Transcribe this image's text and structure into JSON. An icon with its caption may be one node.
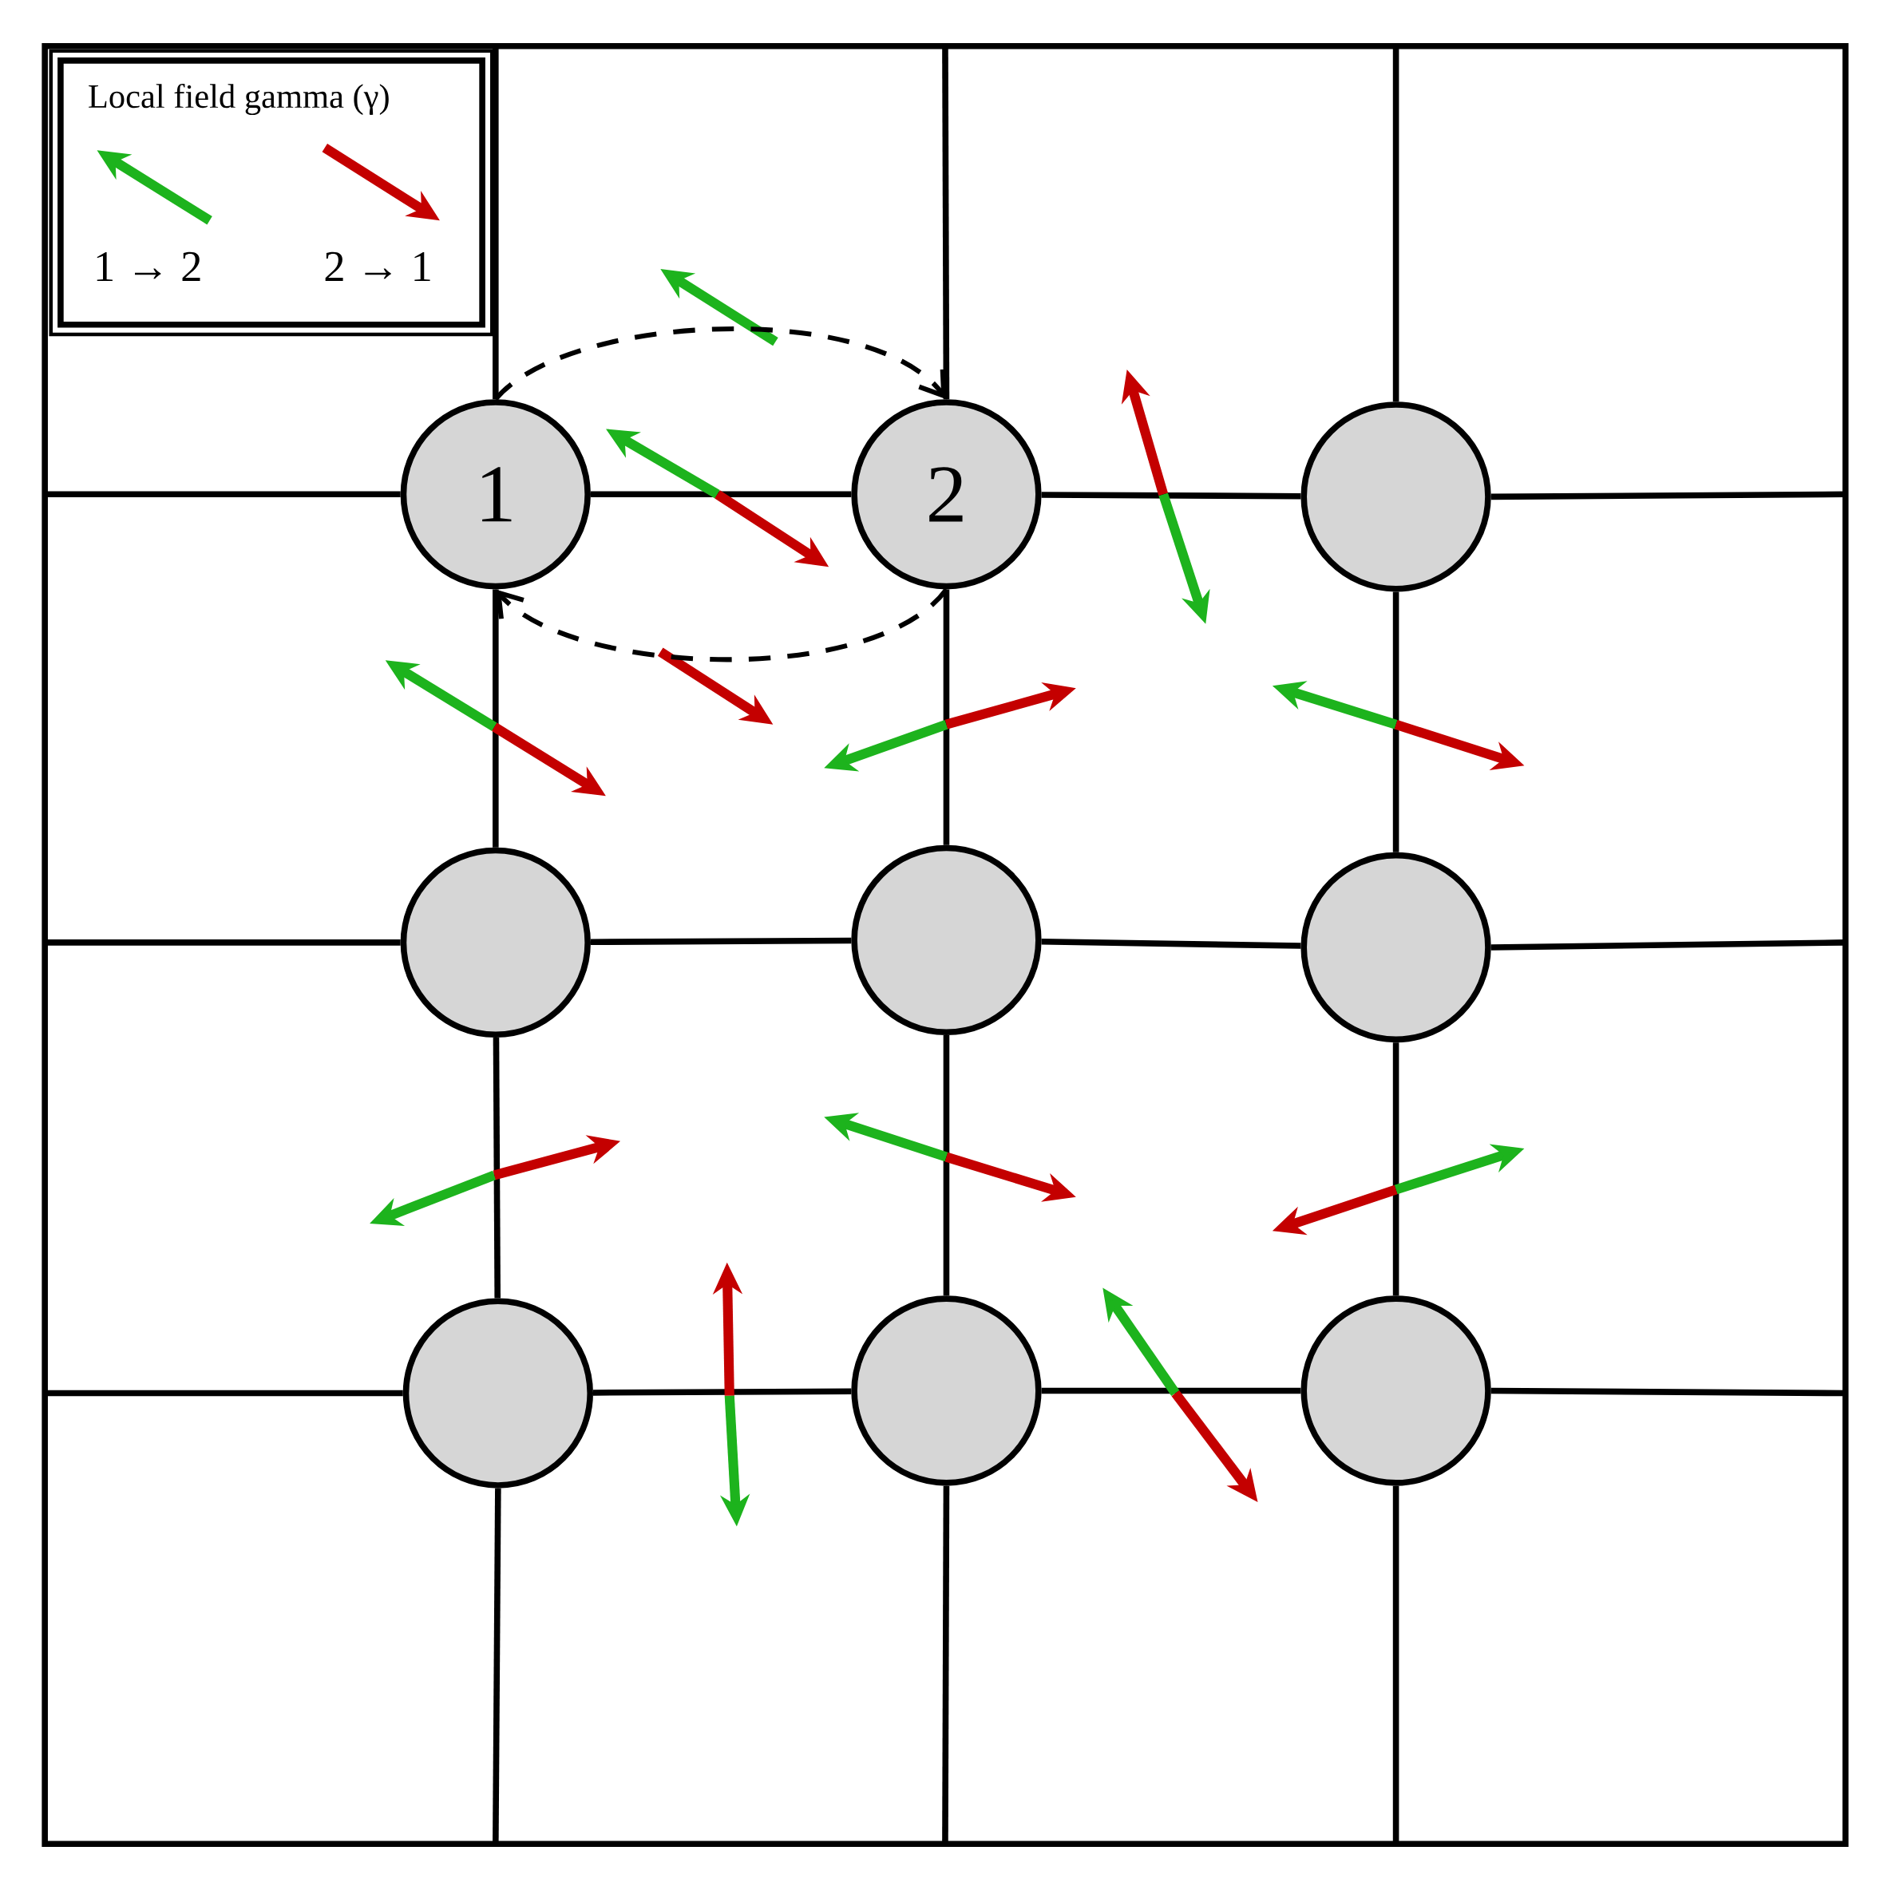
{
  "diagram": {
    "nodes": [
      {
        "text": [
          "1"
        ]
      },
      {
        "text": [
          "2"
        ]
      },
      {
        "text": [],
        "shape": "circle"
      },
      {
        "text": [],
        "shape": "circle"
      },
      {
        "text": [],
        "shape": "circle"
      },
      {
        "text": [],
        "shape": "circle"
      },
      {
        "text": [],
        "shape": "circle"
      },
      {
        "text": [],
        "shape": "circle"
      },
      {
        "text": [],
        "shape": "circle"
      }
    ],
    "edges": [
      {
        "from": 0,
        "to": 1,
        "arrow": "to",
        "style": "dashed"
      },
      {
        "from": 1,
        "to": 0,
        "arrow": "to",
        "style": "dashed"
      },
      {
        "from": 0,
        "to": 1,
        "arrow": "none"
      },
      {
        "from": 1,
        "to": 2,
        "arrow": "none"
      },
      {
        "from": 3,
        "to": 4,
        "arrow": "none"
      },
      {
        "from": 4,
        "to": 5,
        "arrow": "none"
      },
      {
        "from": 6,
        "to": 7,
        "arrow": "none"
      },
      {
        "from": 7,
        "to": 8,
        "arrow": "none"
      },
      {
        "from": 0,
        "to": 3,
        "arrow": "none"
      },
      {
        "from": 3,
        "to": 6,
        "arrow": "none"
      },
      {
        "from": 1,
        "to": 4,
        "arrow": "none"
      },
      {
        "from": 4,
        "to": 7,
        "arrow": "none"
      },
      {
        "from": 2,
        "to": 5,
        "arrow": "none"
      },
      {
        "from": 5,
        "to": 8,
        "arrow": "none"
      }
    ],
    "labels": [
      "Local field gamma (γ)"
    ],
    "legend": [
      {
        "text": "1 → 2"
      },
      {
        "text": "2 → 1"
      }
    ]
  }
}
